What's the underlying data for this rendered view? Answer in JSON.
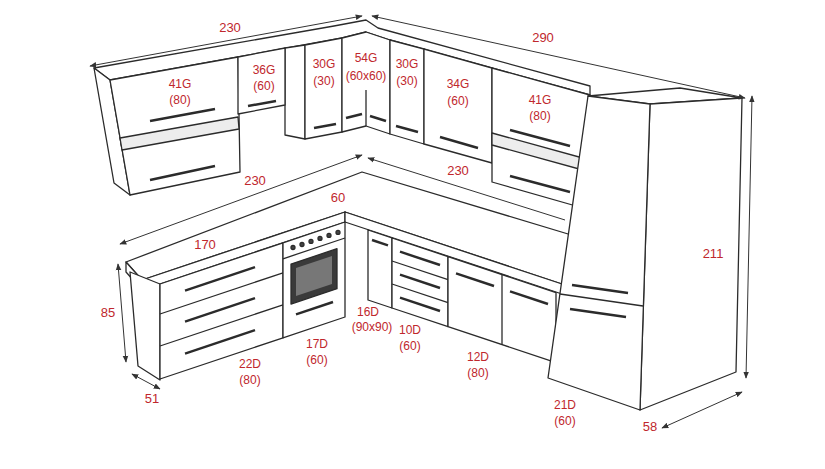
{
  "diagram": {
    "labels": [
      "230",
      "290",
      "41G",
      "(80)",
      "36G",
      "(60)",
      "30G",
      "(30)",
      "54G",
      "(60x60)",
      "30G",
      "(30)",
      "34G",
      "(60)",
      "41G",
      "(80)",
      "230",
      "60",
      "230",
      "170",
      "85",
      "51",
      "17D",
      "(60)",
      "16D",
      "(90x90)",
      "10D",
      "(60)",
      "22D",
      "(80)",
      "12D",
      "(80)",
      "21D",
      "(60)",
      "211",
      "58"
    ]
  }
}
